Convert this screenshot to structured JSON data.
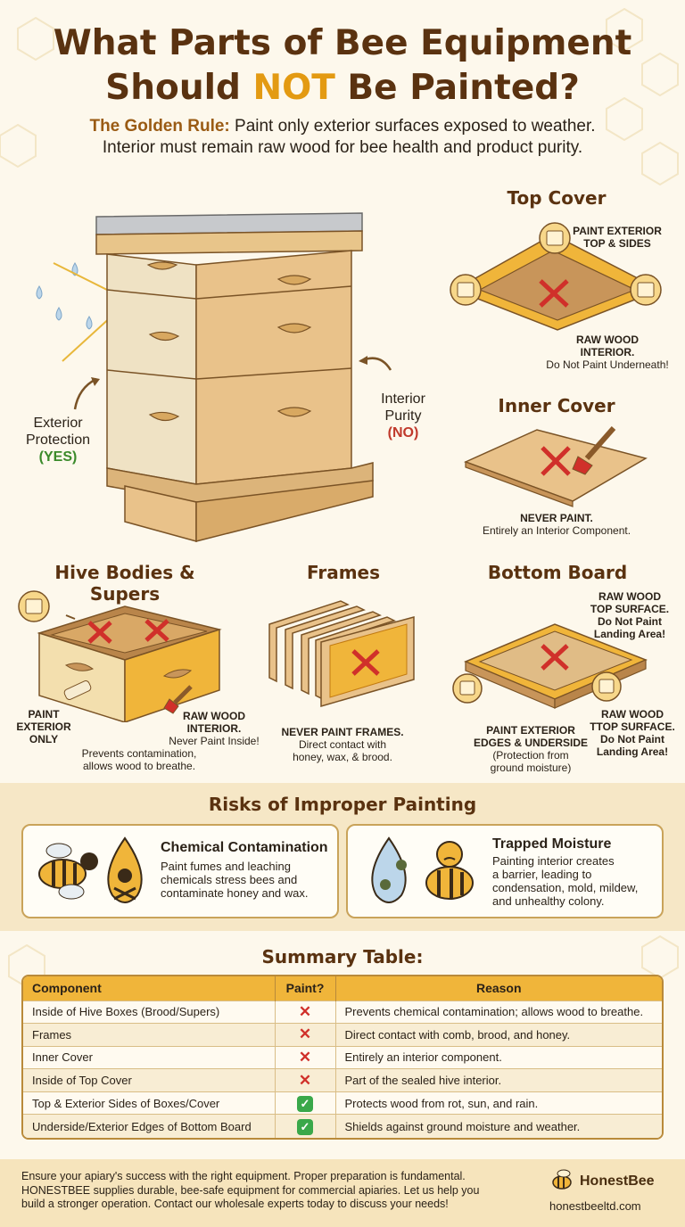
{
  "title": {
    "line1": "What Parts of Bee Equipment",
    "line2_pre": "Should ",
    "line2_hl": "NOT",
    "line2_post": " Be Painted?"
  },
  "subtitle": {
    "rule_label": "The Golden Rule:",
    "line1": " Paint only exterior surfaces exposed to weather.",
    "line2": "Interior must remain raw wood for bee health and product purity."
  },
  "hive": {
    "exterior": "Exterior",
    "protection": "Protection",
    "yes": "(YES)",
    "interior": "Interior",
    "purity": "Purity",
    "no": "(NO)"
  },
  "top_cover": {
    "title": "Top Cover",
    "paint_l1": "PAINT EXTERIOR",
    "paint_l2": "TOP & SIDES",
    "raw_l1": "RAW WOOD",
    "raw_l2": "INTERIOR.",
    "raw_l3": "Do Not Paint Underneath!"
  },
  "inner_cover": {
    "title": "Inner Cover",
    "l1": "NEVER PAINT.",
    "l2": "Entirely an Interior Component."
  },
  "hive_bodies": {
    "title": "Hive Bodies & Supers",
    "paint_l1": "PAINT",
    "paint_l2": "EXTERIOR",
    "paint_l3": "ONLY",
    "raw_l1": "RAW WOOD",
    "raw_l2": "INTERIOR.",
    "raw_l3": "Never Paint Inside!",
    "note_l1": "Prevents contamination,",
    "note_l2": "allows wood to breathe."
  },
  "frames": {
    "title": "Frames",
    "l1": "NEVER PAINT FRAMES.",
    "l2": "Direct contact with",
    "l3": "honey, wax, & brood."
  },
  "bottom_board": {
    "title": "Bottom Board",
    "top_l1": "RAW WOOD",
    "top_l2": "TOP SURFACE.",
    "top_l3": "Do Not Paint",
    "top_l4": "Landing Area!",
    "paint_l1": "PAINT EXTERIOR",
    "paint_l2": "EDGES & UNDERSIDE",
    "paint_l3": "(Protection from",
    "paint_l4": "ground moisture)",
    "raw_l1": "RAW WOOD",
    "raw_l2": "TTOP SURFACE.",
    "raw_l3": "Do Not Paint",
    "raw_l4": "Landing Area!"
  },
  "risks": {
    "title": "Risks of Improper Painting",
    "chem_title": "Chemical Contamination",
    "chem_l1": "Paint fumes and leaching",
    "chem_l2": "chemicals stress bees and",
    "chem_l3": "contaminate honey and wax.",
    "moist_title": "Trapped Moisture",
    "moist_l1": "Painting interior creates",
    "moist_l2": "a barrier, leading to",
    "moist_l3": "condensation, mold, mildew,",
    "moist_l4": "and unhealthy colony."
  },
  "summary": {
    "title": "Summary Table:",
    "headers": [
      "Component",
      "Paint?",
      "Reason"
    ],
    "rows": [
      {
        "component": "Inside of Hive Boxes (Brood/Supers)",
        "paint": "no",
        "reason": "Prevents chemical contamination; allows wood to breathe."
      },
      {
        "component": "Frames",
        "paint": "no",
        "reason": "Direct contact with comb, brood, and honey."
      },
      {
        "component": "Inner Cover",
        "paint": "no",
        "reason": "Entirely an interior component."
      },
      {
        "component": "Inside of Top Cover",
        "paint": "no",
        "reason": "Part of the sealed hive interior."
      },
      {
        "component": "Top & Exterior Sides of Boxes/Cover",
        "paint": "yes",
        "reason": "Protects wood from rot, sun, and rain."
      },
      {
        "component": "Underside/Exterior Edges of Bottom Board",
        "paint": "yes",
        "reason": "Shields against ground moisture and weather."
      }
    ]
  },
  "footer": {
    "l1": "Ensure your apiary's success with the right equipment. Proper preparation is fundamental.",
    "l2": "HONESTBEE supplies durable, bee-safe equipment for commercial apiaries. Let us help you",
    "l3": "build a stronger operation. Contact our wholesale experts today to discuss your needs!",
    "brand": "HonestBee",
    "url": "honestbeeltd.com"
  },
  "colors": {
    "accent": "#e39a12",
    "brown": "#5a3210",
    "no_red": "#d0302a",
    "yes_green": "#3aa84a"
  }
}
